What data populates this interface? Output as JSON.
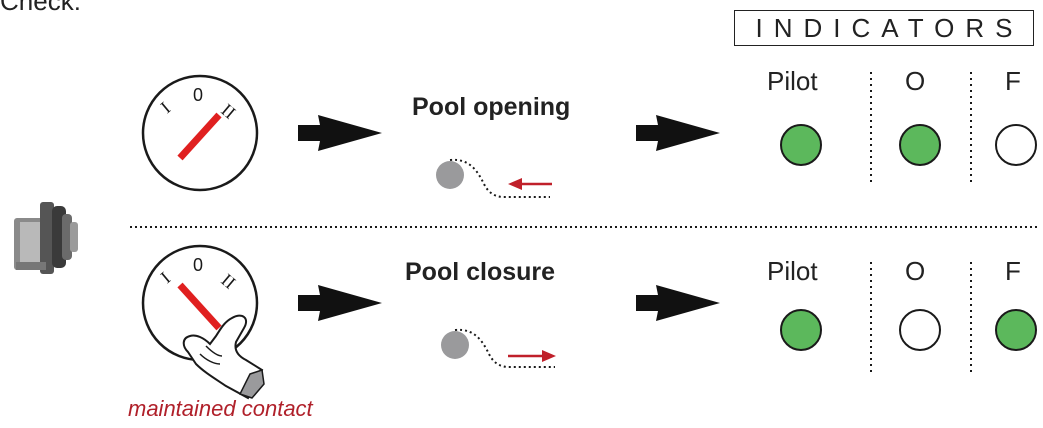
{
  "header": {
    "text": "Check:"
  },
  "indicators": {
    "title": "INDICATORS",
    "columns": [
      "Pilot",
      "O",
      "F"
    ]
  },
  "rows": [
    {
      "label": "Pool opening",
      "switch": {
        "marks": [
          "I",
          "0",
          "II"
        ],
        "position": "II"
      },
      "arrow_direction": "left",
      "lamps": {
        "Pilot": "on",
        "O": "on",
        "F": "off"
      }
    },
    {
      "label": "Pool closure",
      "switch": {
        "marks": [
          "I",
          "0",
          "II"
        ],
        "position": "I"
      },
      "arrow_direction": "right",
      "hand": true,
      "lamps": {
        "Pilot": "on",
        "O": "off",
        "F": "on"
      }
    }
  ],
  "caption": "maintained contact",
  "colors": {
    "lamp_on": "#5cb85c",
    "lamp_off": "#ffffff",
    "switch_handle": "#e02020",
    "direction_arrow": "#c0202a",
    "caption": "#b0202a",
    "ball": "#9a9a9c",
    "outline": "#1a1a1a"
  }
}
